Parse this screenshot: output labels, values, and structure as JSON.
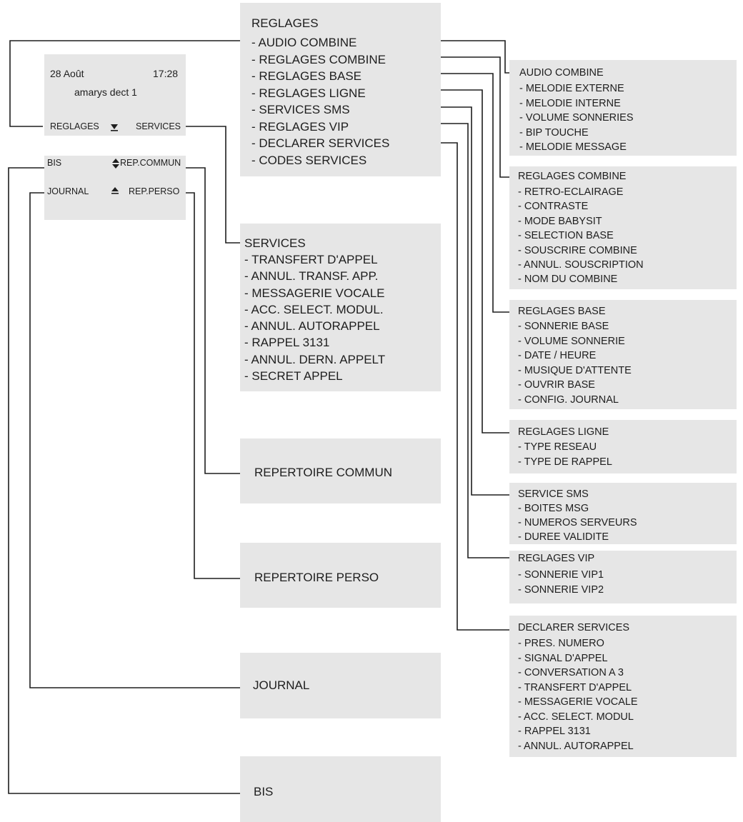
{
  "screen": {
    "date": "28 Août",
    "time": "17:28",
    "model": "amarys dect 1",
    "soft_left": "REGLAGES",
    "soft_right": "SERVICES",
    "key_bis": "BIS",
    "key_rep_commun": "REP.COMMUN",
    "key_journal": "JOURNAL",
    "key_rep_perso": "REP.PERSO"
  },
  "reglages": {
    "title": "REGLAGES",
    "items": [
      "- AUDIO COMBINE",
      "- REGLAGES COMBINE",
      "- REGLAGES BASE",
      "- REGLAGES LIGNE",
      "- SERVICES SMS",
      "- REGLAGES VIP",
      "- DECLARER SERVICES",
      "- CODES SERVICES"
    ]
  },
  "services": {
    "title": "SERVICES",
    "items": [
      "- TRANSFERT D'APPEL",
      "- ANNUL. TRANSF. APP.",
      "- MESSAGERIE VOCALE",
      "- ACC. SELECT. MODUL.",
      "- ANNUL. AUTORAPPEL",
      "- RAPPEL 3131",
      "- ANNUL. DERN. APPELT",
      "- SECRET APPEL"
    ]
  },
  "repertoire_commun": "REPERTOIRE COMMUN",
  "repertoire_perso": "REPERTOIRE PERSO",
  "journal": "JOURNAL",
  "bis": "BIS",
  "audio_combine": {
    "title": "AUDIO COMBINE",
    "items": [
      "- MELODIE EXTERNE",
      "- MELODIE INTERNE",
      "- VOLUME SONNERIES",
      "- BIP TOUCHE",
      "- MELODIE MESSAGE"
    ]
  },
  "reglages_combine": {
    "title": "REGLAGES COMBINE",
    "items": [
      "- RETRO-ECLAIRAGE",
      "- CONTRASTE",
      "- MODE BABYSIT",
      "- SELECTION BASE",
      "- SOUSCRIRE COMBINE",
      "- ANNUL. SOUSCRIPTION",
      "- NOM DU COMBINE"
    ]
  },
  "reglages_base": {
    "title": "REGLAGES BASE",
    "items": [
      "- SONNERIE BASE",
      "- VOLUME SONNERIE",
      "- DATE / HEURE",
      "- MUSIQUE D'ATTENTE",
      "- OUVRIR BASE",
      "- CONFIG. JOURNAL"
    ]
  },
  "reglages_ligne": {
    "title": "REGLAGES LIGNE",
    "items": [
      "- TYPE RESEAU",
      "- TYPE DE RAPPEL"
    ]
  },
  "service_sms": {
    "title": "SERVICE SMS",
    "items": [
      "- BOITES MSG",
      "- NUMEROS SERVEURS",
      "- DUREE VALIDITE"
    ]
  },
  "reglages_vip": {
    "title": "REGLAGES VIP",
    "items": [
      "- SONNERIE VIP1",
      "- SONNERIE VIP2"
    ]
  },
  "declarer_services": {
    "title": "DECLARER SERVICES",
    "items": [
      "- PRES. NUMERO",
      "- SIGNAL D'APPEL",
      "- CONVERSATION A 3",
      "- TRANSFERT D'APPEL",
      "- MESSAGERIE VOCALE",
      "- ACC. SELECT. MODUL",
      "- RAPPEL 3131",
      "- ANNUL. AUTORAPPEL"
    ]
  }
}
